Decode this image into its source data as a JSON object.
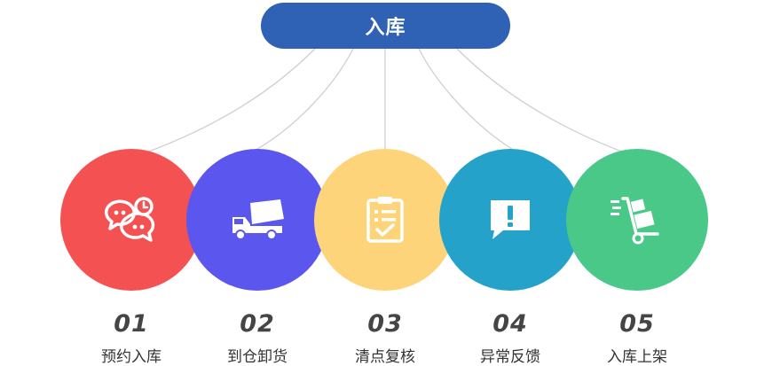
{
  "header": {
    "title": "入库"
  },
  "colors": {
    "header": "#2f62b4",
    "connector": "#cfcfcf",
    "step1": "#f45153",
    "step2": "#5b56ed",
    "step3": "#fed47a",
    "step4": "#24a2c9",
    "step5": "#49c888"
  },
  "steps": [
    {
      "number": "01",
      "label": "预约入库",
      "icon": "chat-clock-icon"
    },
    {
      "number": "02",
      "label": "到仓卸货",
      "icon": "truck-icon"
    },
    {
      "number": "03",
      "label": "清点复核",
      "icon": "checklist-clipboard-icon"
    },
    {
      "number": "04",
      "label": "异常反馈",
      "icon": "exclamation-chat-icon"
    },
    {
      "number": "05",
      "label": "入库上架",
      "icon": "hand-truck-icon"
    }
  ]
}
